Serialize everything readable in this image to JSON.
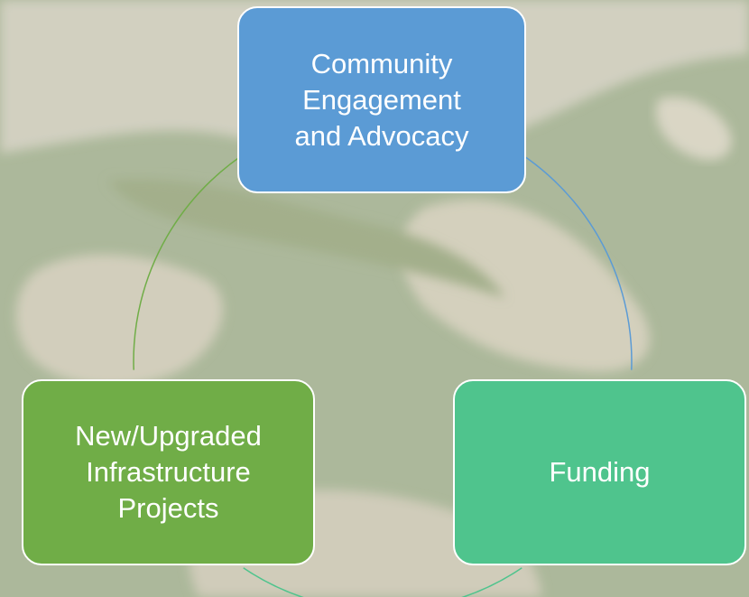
{
  "diagram": {
    "type": "cycle",
    "nodes": [
      {
        "id": "community",
        "label": "Community\nEngagement\nand Advocacy",
        "color": "#5b9bd5"
      },
      {
        "id": "funding",
        "label": "Funding",
        "color": "#4fc48d"
      },
      {
        "id": "infra",
        "label": "New/Upgraded\nInfrastructure\nProjects",
        "color": "#70ad47"
      }
    ],
    "connectors": [
      {
        "from": "community",
        "to": "funding",
        "color": "#5b9bd5"
      },
      {
        "from": "funding",
        "to": "infra",
        "color": "#4fc48d"
      },
      {
        "from": "infra",
        "to": "community",
        "color": "#70ad47"
      }
    ]
  },
  "background": {
    "description_colors": {
      "marsh": "#93a37a",
      "water": "#c9c3ad",
      "overlay": "#ffffff"
    }
  }
}
